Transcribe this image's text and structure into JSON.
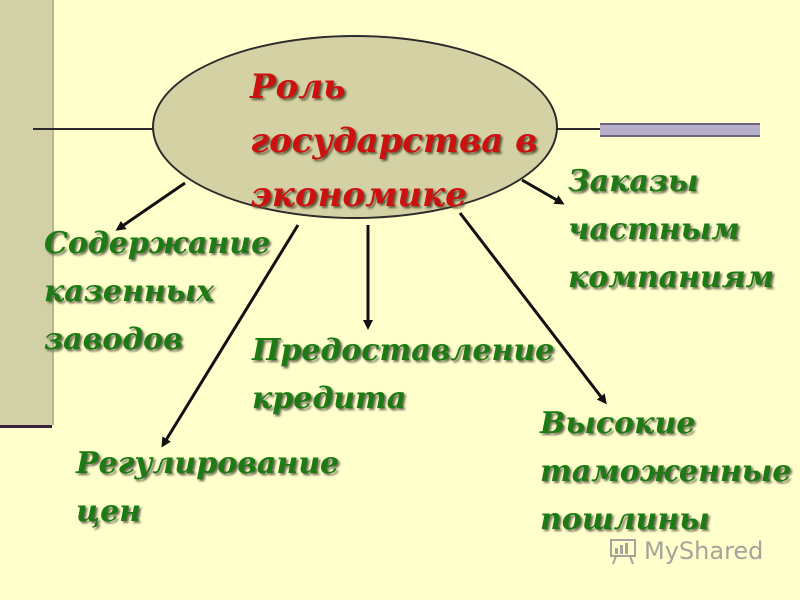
{
  "center": {
    "title": "Роль\nгосударства в\nэкономике"
  },
  "branches": {
    "soderzhanie": "Содержание\nказенных\nзаводов",
    "zakazy": "Заказы\nчастным\nкомпаниям",
    "kredit": "Предоставление\nкредита",
    "vysokie": "Высокие\nтаможенные\nпошлины",
    "regul": "Регулирование\nцен"
  },
  "watermark": {
    "logo_text": "MyShared"
  },
  "colors": {
    "background": "#ffffcc",
    "ellipse_fill": "#d4d2a4",
    "title_text": "#cc1111",
    "branch_text": "#1e7a14"
  }
}
